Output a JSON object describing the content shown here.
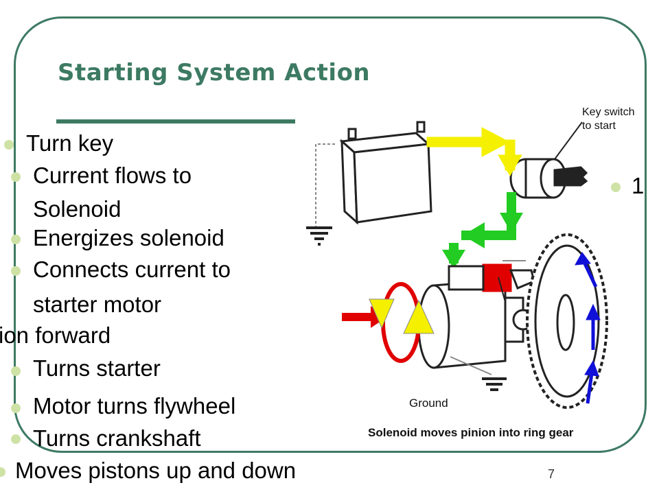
{
  "slide": {
    "title": "Starting System Action",
    "page_number": "7",
    "accent_color": "#3d7a63",
    "bullet_color": "#cfe2a6"
  },
  "bullets": [
    {
      "text": "Turn key"
    },
    {
      "text": "Current flows to"
    },
    {
      "text": "Solenoid"
    },
    {
      "text": "Energizes solenoid"
    },
    {
      "text": "Connects current to"
    },
    {
      "text": "starter motor"
    },
    {
      "text": "ion forward"
    },
    {
      "text": "Turns starter"
    },
    {
      "text": "Motor turns flywheel"
    },
    {
      "text": "Turns crankshaft"
    },
    {
      "text": "Moves pistons up and down"
    },
    {
      "text": "1"
    }
  ],
  "diagram": {
    "key_switch_label_line1": "Key switch",
    "key_switch_label_line2": "to start",
    "ground_label": "Ground",
    "caption": "Solenoid moves pinion into ring gear"
  }
}
